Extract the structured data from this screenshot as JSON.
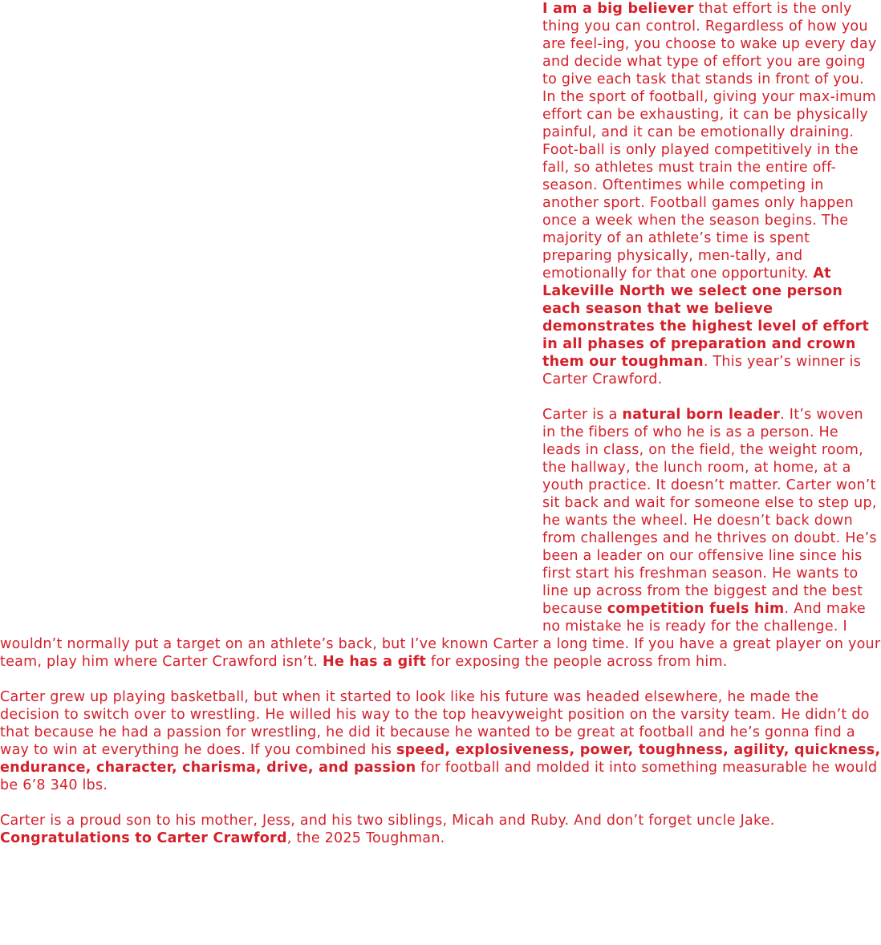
{
  "colors": {
    "text": "#d4202a",
    "background": "#ffffff"
  },
  "paragraphs": [
    {
      "segments": [
        {
          "text": "I am a big believer",
          "bold": true
        },
        {
          "text": " that effort is the only thing you can control. Regardless of how you are feel-ing, you choose to wake up every day and decide what type of effort you are going to give each task that stands in front of you. In the sport of football, giving your max-imum effort can be exhausting, it can be physically painful, and it can be emotionally draining. Foot-ball is only played competitively in the fall, so athletes must train the entire off-season. Oftentimes while competing in another sport. Football games only happen once a week when the season begins. The majority of an athlete’s time is spent preparing physically, men-tally, and emotionally for that one opportunity. ",
          "bold": false
        },
        {
          "text": "At Lakeville North we select one person each season that we believe demonstrates the highest level of effort in all phases of preparation and crown them our toughman",
          "bold": true
        },
        {
          "text": ". This year’s winner is Carter Crawford.",
          "bold": false
        }
      ]
    },
    {
      "segments": [
        {
          "text": "Carter is a ",
          "bold": false
        },
        {
          "text": "natural born leader",
          "bold": true
        },
        {
          "text": ". It’s woven in the fibers of who he is as a person. He leads in class, on the field, the weight room, the hallway, the lunch room, at home, at a youth practice. It doesn’t matter. Carter won’t sit back and wait for someone else to step up, he wants the wheel. He doesn’t back down from challenges and he thrives on doubt. He’s been a leader on our offensive line since his first start his freshman season. He wants to line up across from the biggest and the best because ",
          "bold": false
        },
        {
          "text": "competition fuels him",
          "bold": true
        },
        {
          "text": ". And make no mistake he is ready for the challenge. I wouldn’t normally put a target on an athlete’s back, but I’ve known Carter a long time. If you have a great player on your team, play him where Carter Crawford isn’t. ",
          "bold": false
        },
        {
          "text": "He has a gift",
          "bold": true
        },
        {
          "text": " for exposing the people across from him.",
          "bold": false
        }
      ]
    },
    {
      "segments": [
        {
          "text": "Carter grew up playing basketball, but when it started to look like his future was headed elsewhere, he made the decision to switch over to wrestling. He willed his way to the top heavyweight position on the varsity team. He didn’t do that because he had a passion for wrestling, he did it because he wanted to be great at football and he’s gonna find a way to win at everything he does. If you combined his ",
          "bold": false
        },
        {
          "text": "speed, explosiveness, power, toughness, agility, quickness, endurance, character, charisma, drive, and passion",
          "bold": true
        },
        {
          "text": " for football and molded it into something measurable he would be 6’8 340 lbs.",
          "bold": false
        }
      ]
    },
    {
      "segments": [
        {
          "text": "Carter is a proud son to his mother, Jess, and his two siblings, Micah and Ruby. And don’t forget uncle Jake. ",
          "bold": false
        },
        {
          "text": "Congratulations to Carter Crawford",
          "bold": true
        },
        {
          "text": ", the 2025 Toughman.",
          "bold": false
        }
      ]
    }
  ]
}
